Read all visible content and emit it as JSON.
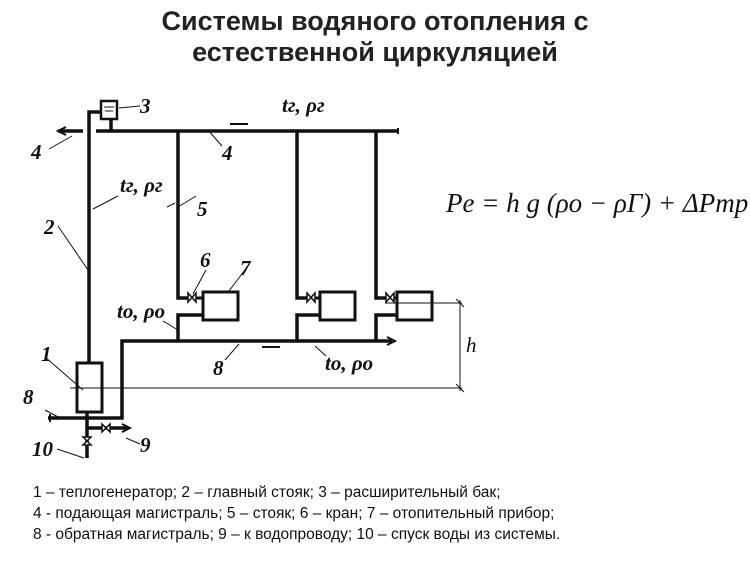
{
  "title": [
    "Системы водяного отопления с",
    "естественной циркуляцией"
  ],
  "labels": {
    "n1": "1",
    "n2": "2",
    "n3": "3",
    "n4a": "4",
    "n4b": "4",
    "n5": "5",
    "n6": "6",
    "n7": "7",
    "n8a": "8",
    "n8b": "8",
    "n9": "9",
    "n10": "10",
    "tg_top": "tг, ρг",
    "tg_riser": "tг, ρг",
    "to_left": "tо, ρо",
    "to_right": "tо, ρо",
    "h": "h"
  },
  "formula": "Pe = h g (ρo − ρГ) + ΔPтр",
  "legend": [
    "1 – теплогенератор; 2 – главный стояк; 3 – расширительный бак;",
    "4 - подающая магистраль; 5 – стояк; 6 – кран; 7 – отопительный прибор;",
    "8 - обратная магистраль; 9 – к водопроводу; 10 – спуск воды из системы."
  ]
}
